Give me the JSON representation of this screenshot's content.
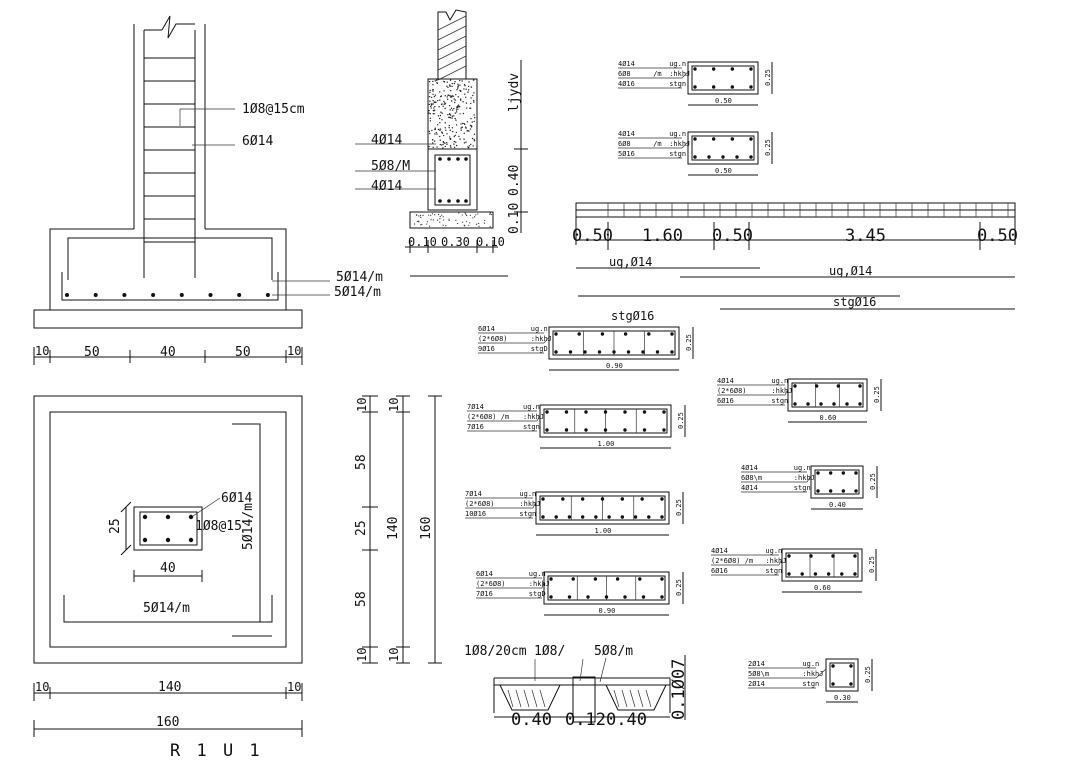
{
  "footing": {
    "stirrup_label": "1Ø8@15cm",
    "column_bars_label": "6Ø14",
    "mesh_top": "5Ø14/m",
    "mesh_bottom": "5Ø14/m",
    "dims": [
      "10",
      "50",
      "40",
      "50",
      "10"
    ]
  },
  "plan": {
    "col_bars": "6Ø14",
    "col_stirrup": "1Ø8@15",
    "mesh_right": "5Ø14/m",
    "mesh_bottom": "5Ø14/m",
    "col_depth": "25",
    "col_width": "40",
    "dim_bottom": [
      "10",
      "140",
      "10"
    ],
    "dim_total": "160",
    "caption": "R 1   U 1"
  },
  "vdims": {
    "left": [
      "10",
      "58",
      "25",
      "58",
      "10"
    ],
    "mid": [
      "10",
      "140",
      "10"
    ],
    "total": "160"
  },
  "beam_detail": {
    "top_bars": "4Ø14",
    "stirrups": "5Ø8/M",
    "bottom_bars": "4Ø14",
    "side_label": "ljydv",
    "h1": "0.40",
    "h2": "0.10",
    "w": [
      "0.10",
      "0.30",
      "0.10"
    ]
  },
  "long_beam": {
    "spans": [
      "0.50",
      "1.60",
      "0.50",
      "3.45",
      "0.50"
    ],
    "bar1": "ug,Ø14",
    "bar2": "ug,Ø14",
    "bar3": "stgØ16",
    "stg_top": "stgØ16"
  },
  "sections": [
    {
      "id": "s1",
      "rows": [
        [
          "4Ø14",
          "ug.n"
        ],
        [
          "6Ø8",
          "/m",
          ":hkhJ"
        ],
        [
          "4Ø16",
          "stgn"
        ]
      ],
      "width": "0.50",
      "height": "0.25"
    },
    {
      "id": "s2",
      "rows": [
        [
          "4Ø14",
          "ug.n"
        ],
        [
          "6Ø8",
          "/m",
          ":hkhJ"
        ],
        [
          "5Ø16",
          "stgn"
        ]
      ],
      "width": "0.50",
      "height": "0.25"
    },
    {
      "id": "s3",
      "rows": [
        [
          "6Ø14",
          "ug.n"
        ],
        [
          "(2*6Ø8)",
          ":hkhJ"
        ],
        [
          "9Ø16",
          "stgD"
        ]
      ],
      "width": "0.90",
      "height": "0.25"
    },
    {
      "id": "s4",
      "rows": [
        [
          "7Ø14",
          "ug.n"
        ],
        [
          "(2*6Ø8) /m",
          ":hkhJ"
        ],
        [
          "7Ø16",
          "stgn"
        ]
      ],
      "width": "1.00",
      "height": "0.25"
    },
    {
      "id": "s5",
      "rows": [
        [
          "7Ø14",
          "ug.n"
        ],
        [
          "(2*6Ø8)",
          ":hkhJ"
        ],
        [
          "10Ø16",
          "stgn"
        ]
      ],
      "width": "1.00",
      "height": "0.25"
    },
    {
      "id": "s6",
      "rows": [
        [
          "6Ø14",
          "ug.n"
        ],
        [
          "(2*6Ø8)",
          ":hkhJ"
        ],
        [
          "7Ø16",
          "stgD"
        ]
      ],
      "width": "0.90",
      "height": "0.25"
    },
    {
      "id": "s7",
      "rows": [
        [
          "4Ø14",
          "ug.n"
        ],
        [
          "(2*6Ø8)",
          ":hkhJ"
        ],
        [
          "6Ø16",
          "stgn"
        ]
      ],
      "width": "0.60",
      "height": "0.25"
    },
    {
      "id": "s8",
      "rows": [
        [
          "4Ø14",
          "ug.n"
        ],
        [
          "6Ø8\\m",
          ":hkhJ"
        ],
        [
          "4Ø14",
          "stgn"
        ]
      ],
      "width": "0.40",
      "height": "0.25"
    },
    {
      "id": "s9",
      "rows": [
        [
          "4Ø14",
          "ug.n"
        ],
        [
          "(2*6Ø8) /m",
          ":hkhJ"
        ],
        [
          "6Ø16",
          "stgn"
        ]
      ],
      "width": "0.60",
      "height": "0.25"
    },
    {
      "id": "s10",
      "rows": [
        [
          "2Ø14",
          "ug.n"
        ],
        [
          "5Ø8\\m",
          ":hkhJ"
        ],
        [
          "2Ø14",
          "stgn"
        ]
      ],
      "width": "0.30",
      "height": "0.25"
    }
  ],
  "slab": {
    "label1": "1Ø8/20cm",
    "label2": "1Ø8/",
    "label3": "5Ø8/m",
    "widths": [
      "0.40",
      "0.12",
      "0.40"
    ],
    "h": "0.1Ø07"
  }
}
